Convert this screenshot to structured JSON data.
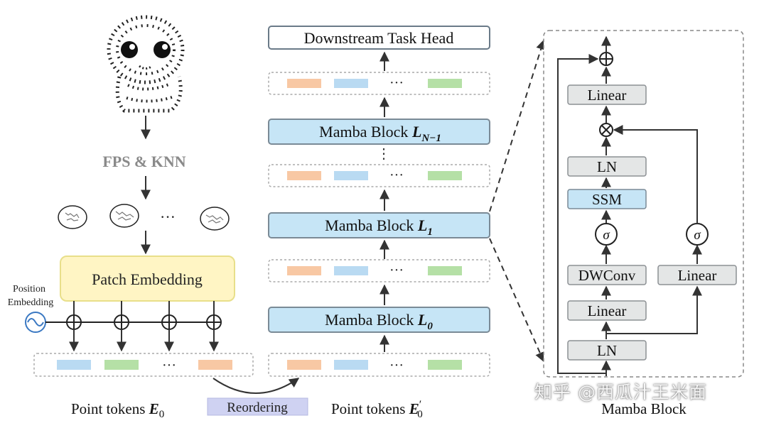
{
  "pipeline": {
    "step_fps": "FPS & KNN",
    "ellipsis": "···",
    "patch_embedding": "Patch Embedding",
    "position_label_1": "Position",
    "position_label_2": "Embedding",
    "point_tokens_label": "Point tokens",
    "point_tokens_symbol": "E",
    "point_tokens_sub": "0",
    "reordering": "Reordering",
    "reordered_tokens_label": "Point tokens",
    "reordered_tokens_symbol": "E",
    "reordered_tokens_prime": "′",
    "reordered_tokens_sub": "0"
  },
  "encoder": {
    "head": "Downstream Task Head",
    "block_text": "Mamba Block",
    "block_top_sym": "L",
    "block_top_sub": "N−1",
    "block_mid_sym": "L",
    "block_mid_sub": "1",
    "block_bot_sym": "L",
    "block_bot_sub": "0",
    "vdots": "⋮"
  },
  "mamba_detail": {
    "title": "Mamba Block",
    "linear_top": "Linear",
    "ln_mid": "LN",
    "ssm": "SSM",
    "sigma_left": "σ",
    "sigma_right": "σ",
    "dwconv": "DWConv",
    "linear_left": "Linear",
    "linear_right": "Linear",
    "ln_bottom": "LN"
  },
  "watermark": "知乎 @西瓜汁王米面",
  "colors": {
    "token_orange": "#f8c8a4",
    "token_blue": "#b9daf2",
    "token_green": "#b5e0a6",
    "mamba_block_fill": "#c6e5f6",
    "patch_fill": "#fff5c4",
    "reorder_fill": "#cfd2f2",
    "gray_box": "#e4e6e6"
  }
}
